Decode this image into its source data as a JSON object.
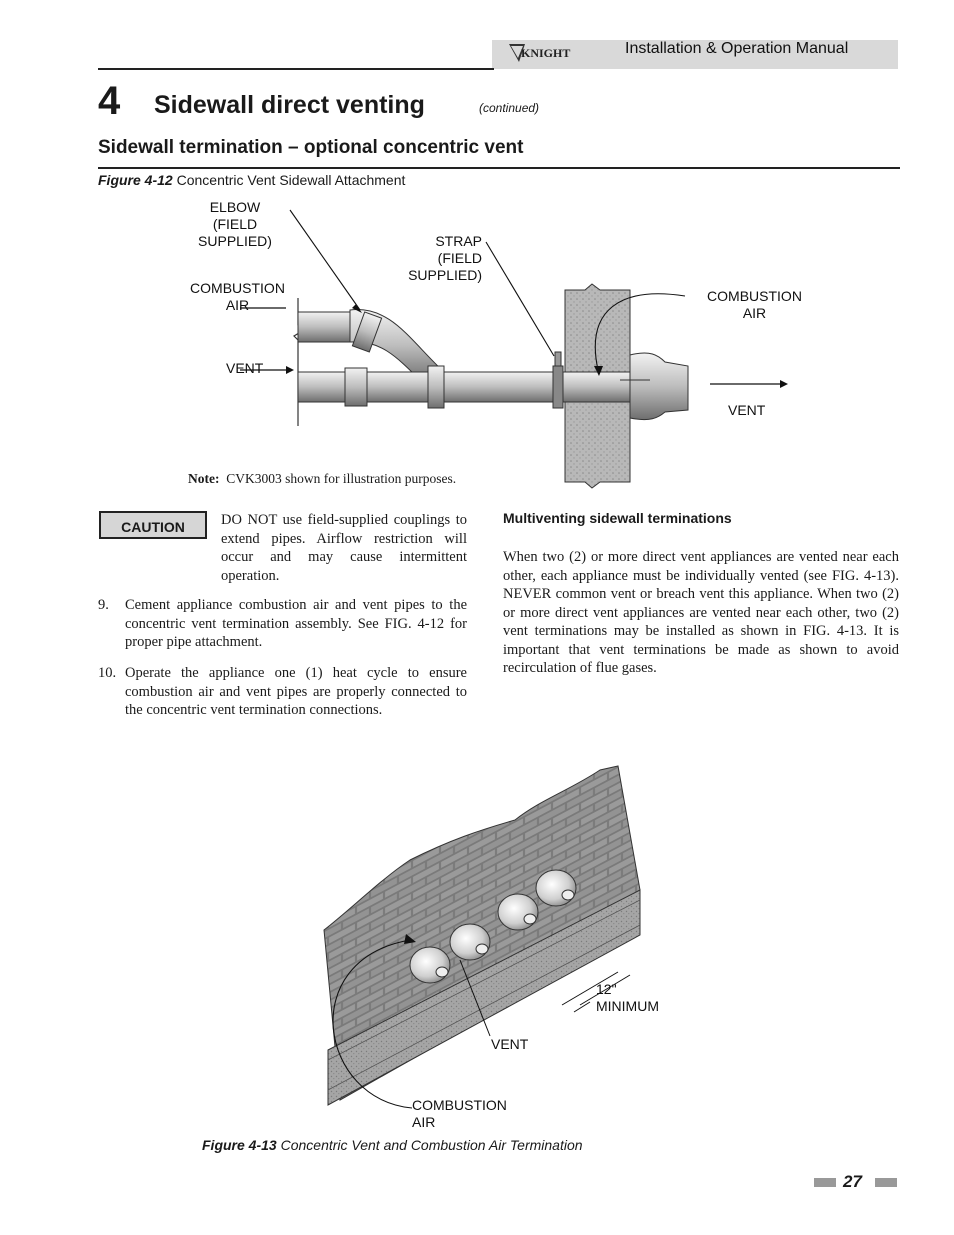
{
  "header": {
    "logo_text": "KNIGHT",
    "manual_title": "Installation & Operation Manual"
  },
  "chapter": {
    "number": "4",
    "title": "Sidewall direct venting",
    "continued": "(continued)"
  },
  "section_title": "Sidewall termination – optional concentric vent",
  "figure_4_12": {
    "caption_num": "Figure 4-12",
    "caption_text": "Concentric Vent Sidewall Attachment",
    "labels": {
      "elbow": [
        "ELBOW",
        "(FIELD",
        "SUPPLIED)"
      ],
      "strap": [
        "STRAP",
        "(FIELD",
        "SUPPLIED)"
      ],
      "combustion_air_left": [
        "COMBUSTION",
        "AIR"
      ],
      "combustion_air_right": [
        "COMBUSTION",
        "AIR"
      ],
      "vent_left": "VENT",
      "vent_right": "VENT"
    },
    "note_label": "Note:",
    "note_text": "CVK3003 shown for illustration purposes."
  },
  "caution": {
    "label": "CAUTION",
    "text": "DO NOT use field-supplied couplings to extend pipes. Airflow restriction will occur and may cause intermittent operation."
  },
  "steps": [
    {
      "num": "9.",
      "text": "Cement appliance combustion air and vent pipes to the concentric vent termination assembly.  See FIG. 4-12 for proper pipe attachment."
    },
    {
      "num": "10.",
      "text": "Operate the appliance one (1) heat cycle to ensure combustion air and vent pipes are properly connected to the concentric vent termination connections."
    }
  ],
  "multivent": {
    "heading": "Multiventing sidewall terminations",
    "text": "When two (2) or more direct vent appliances are vented near each other, each appliance must be individually vented (see FIG. 4-13). NEVER common vent or breach vent this appliance. When two (2) or more direct vent appliances are vented near each other, two (2) vent terminations may be installed as shown in FIG. 4-13.  It is important that vent terminations be made as shown to avoid recirculation of flue gases."
  },
  "figure_4_13": {
    "caption_num": "Figure 4-13",
    "caption_text": "Concentric Vent and Combustion Air Termination",
    "labels": {
      "minimum": [
        "12\"",
        "MINIMUM"
      ],
      "vent": "VENT",
      "combustion_air": [
        "COMBUSTION",
        "AIR"
      ]
    }
  },
  "page_number": "27"
}
